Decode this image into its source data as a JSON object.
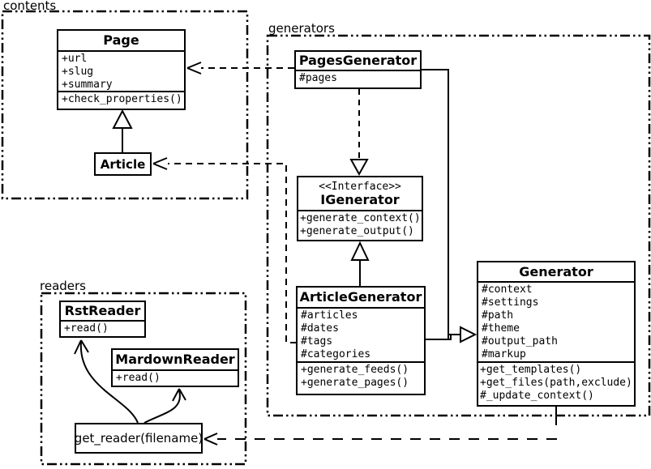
{
  "diagram": {
    "title": "UML class diagram of content generation architecture",
    "colors": {
      "line": "#000000",
      "background": "#ffffff",
      "box_fill": "#ffffff"
    },
    "packages": {
      "contents": {
        "label": "contents"
      },
      "generators": {
        "label": "generators"
      },
      "readers": {
        "label": "readers"
      }
    },
    "classes": {
      "page": {
        "name": "Page",
        "attributes": [
          "+url",
          "+slug",
          "+summary"
        ],
        "methods": [
          "+check_properties()"
        ]
      },
      "article": {
        "name": "Article"
      },
      "pages_generator": {
        "name": "PagesGenerator",
        "attributes": [
          "#pages"
        ]
      },
      "igenerator": {
        "stereotype": "<<Interface>>",
        "name": "IGenerator",
        "methods": [
          "+generate_context()",
          "+generate_output()"
        ]
      },
      "article_generator": {
        "name": "ArticleGenerator",
        "attributes": [
          "#articles",
          "#dates",
          "#tags",
          "#categories"
        ],
        "methods": [
          "+generate_feeds()",
          "+generate_pages()"
        ]
      },
      "generator": {
        "name": "Generator",
        "attributes": [
          "#context",
          "#settings",
          "#path",
          "#theme",
          "#output_path",
          "#markup"
        ],
        "methods": [
          "+get_templates()",
          "+get_files(path,exclude)",
          "#_update_context()"
        ]
      },
      "rst_reader": {
        "name": "RstReader",
        "methods": [
          "+read()"
        ]
      },
      "markdown_reader": {
        "name": "MardownReader",
        "methods": [
          "+read()"
        ]
      },
      "get_reader": {
        "label": "get_reader(filename)"
      }
    }
  }
}
